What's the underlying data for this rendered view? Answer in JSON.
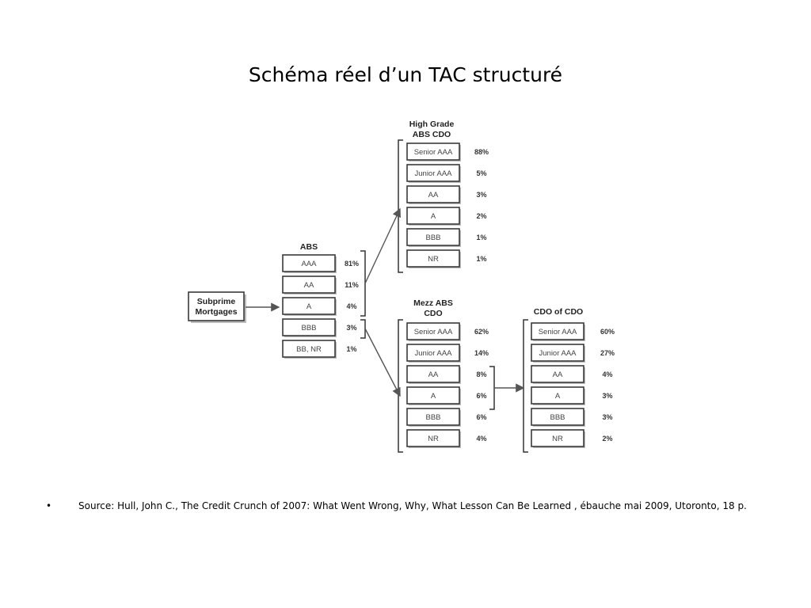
{
  "title": "Schéma réel d’un TAC structuré",
  "source_text": "Source: Hull, John C., The Credit Crunch of 2007: What Went Wrong, Why, What Lesson Can Be Learned , ébauche mai 2009, Utoronto, 18 p.",
  "bullet": "•",
  "diagram": {
    "source_box": {
      "lines": [
        "Subprime",
        "Mortgages"
      ]
    },
    "groups": [
      {
        "id": "abs",
        "heading": [
          "ABS"
        ],
        "tranches": [
          {
            "label": "AAA",
            "pct": "81%"
          },
          {
            "label": "AA",
            "pct": "11%"
          },
          {
            "label": "A",
            "pct": "4%"
          },
          {
            "label": "BBB",
            "pct": "3%"
          },
          {
            "label": "BB, NR",
            "pct": "1%"
          }
        ]
      },
      {
        "id": "high-grade",
        "heading": [
          "High Grade",
          "ABS CDO"
        ],
        "tranches": [
          {
            "label": "Senior AAA",
            "pct": "88%"
          },
          {
            "label": "Junior AAA",
            "pct": "5%"
          },
          {
            "label": "AA",
            "pct": "3%"
          },
          {
            "label": "A",
            "pct": "2%"
          },
          {
            "label": "BBB",
            "pct": "1%"
          },
          {
            "label": "NR",
            "pct": "1%"
          }
        ]
      },
      {
        "id": "mezz",
        "heading": [
          "Mezz ABS",
          "CDO"
        ],
        "tranches": [
          {
            "label": "Senior AAA",
            "pct": "62%"
          },
          {
            "label": "Junior AAA",
            "pct": "14%"
          },
          {
            "label": "AA",
            "pct": "8%"
          },
          {
            "label": "A",
            "pct": "6%"
          },
          {
            "label": "BBB",
            "pct": "6%"
          },
          {
            "label": "NR",
            "pct": "4%"
          }
        ]
      },
      {
        "id": "cdo-squared",
        "heading": [
          "CDO  of CDO"
        ],
        "tranches": [
          {
            "label": "Senior AAA",
            "pct": "60%"
          },
          {
            "label": "Junior AAA",
            "pct": "27%"
          },
          {
            "label": "AA",
            "pct": "4%"
          },
          {
            "label": "A",
            "pct": "3%"
          },
          {
            "label": "BBB",
            "pct": "3%"
          },
          {
            "label": "NR",
            "pct": "2%"
          }
        ]
      }
    ]
  }
}
